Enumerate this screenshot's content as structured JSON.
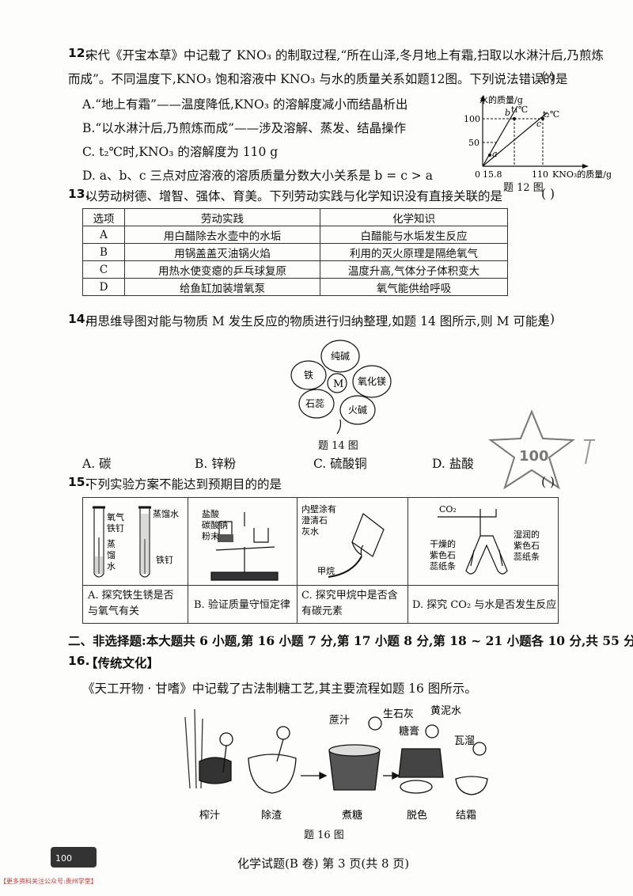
{
  "q12": {
    "num": "12.",
    "line1": "宋代《开宝本草》中记载了 KNO₃ 的制取过程,“所在山泽,冬月地上有霜,扫取以水淋汁后,乃煎炼",
    "line2": "而成”。不同温度下,KNO₃ 饱和溶液中 KNO₃ 与水的质量关系如题12图。下列说法错误的是",
    "paren": "(      )",
    "options": [
      "A.“地上有霜”——温度降低,KNO₃ 的溶解度减小而结晶析出",
      "B.“以水淋汁后,乃煎炼而成”——涉及溶解、蒸发、结晶操作",
      "C. t₂℃时,KNO₃ 的溶解度为 110 g",
      "D. a、b、c 三点对应溶液的溶质质量分数大小关系是 b = c > a"
    ],
    "graph": {
      "ylabel": "水的质量/g",
      "xlabel": "KNO₃的质量/g",
      "y100": "100",
      "y50": "50",
      "x0": "0",
      "x15": "15.8",
      "x110": "110",
      "b": "b",
      "a": "a",
      "c": "c",
      "t1": "t₁℃",
      "t2": "t₂℃",
      "caption": "题 12 图"
    }
  },
  "q13": {
    "num": "13.",
    "text": "以劳动树德、增智、强体、育美。下列劳动实践与化学知识没有直接关联的是",
    "paren": "(      )",
    "header": [
      "选项",
      "劳动实践",
      "化学知识"
    ],
    "rows": [
      [
        "A",
        "用白醋除去水壶中的水垢",
        "白醋能与水垢发生反应"
      ],
      [
        "B",
        "用锅盖盖灭油锅火焰",
        "利用的灭火原理是隔绝氧气"
      ],
      [
        "C",
        "用热水使变瘪的乒乓球复原",
        "温度升高,气体分子体积变大"
      ],
      [
        "D",
        "给鱼缸加装增氧泵",
        "氧气能供给呼吸"
      ]
    ]
  },
  "q14": {
    "num": "14.",
    "text": "用思维导图对能与物质 M 发生反应的物质进行归纳整理,如题 14 图所示,则 M 可能是",
    "paren": "(      )",
    "center": "M",
    "petals": [
      "纯碱",
      "氧化镁",
      "火碱",
      "石蕊",
      "铁"
    ],
    "caption": "题 14 图",
    "options": [
      "A. 碳",
      "B. 锌粉",
      "C. 硫酸铜",
      "D. 盐酸"
    ]
  },
  "q15": {
    "num": "15.",
    "text": "下列实验方案不能达到预期目的的是",
    "paren": "(      )",
    "cell1": {
      "l1": "氧气",
      "l2": "铁钉",
      "l3": "蒸",
      "l4": "馏",
      "l5": "水",
      "r1": "蒸馏水",
      "r2": "铁钉"
    },
    "cell2": {
      "l1": "盐酸",
      "l2": "碳酸钠",
      "l3": "粉末"
    },
    "cell3": {
      "l1": "内壁涂有",
      "l2": "澄清石",
      "l3": "灰水",
      "l4": "甲烷"
    },
    "cell4": {
      "co2": "CO₂",
      "l1": "干燥的",
      "l2": "紫色石",
      "l3": "蕊纸条",
      "r1": "湿润的",
      "r2": "紫色石",
      "r3": "蕊纸条"
    },
    "captions": [
      [
        "A. 探究铁生锈是否",
        "与氧气有关"
      ],
      [
        "B. 验证质量守恒定律",
        ""
      ],
      [
        "C. 探究甲烷中是否含",
        "有碳元素"
      ],
      [
        "D. 探究 CO₂ 与水是否发生反应",
        ""
      ]
    ]
  },
  "section2": "二、非选择题:本大题共 6 小题,第 16 小题 7 分,第 17 小题 8 分,第 18 ~ 21 小题各 10 分,共 55 分。",
  "q16": {
    "num": "16.",
    "title": "【传统文化】",
    "text": "《天工开物 · 甘嗜》中记载了古法制糖工艺,其主要流程如题 16 图所示。",
    "labels_top": [
      "蔗汁",
      "生石灰",
      "黄泥水",
      "糖膏",
      "瓦溜"
    ],
    "steps": [
      "榨汁",
      "除渣",
      "煮糖",
      "脱色",
      "结霜"
    ],
    "caption": "题 16 图"
  },
  "footer": "化学试题(B 卷)   第 3 页(共 8 页)",
  "stamp": "【更多资料关注公众号:贵州学堂】",
  "colors": {
    "ink": "#111111",
    "stamp": "#cc3333"
  }
}
